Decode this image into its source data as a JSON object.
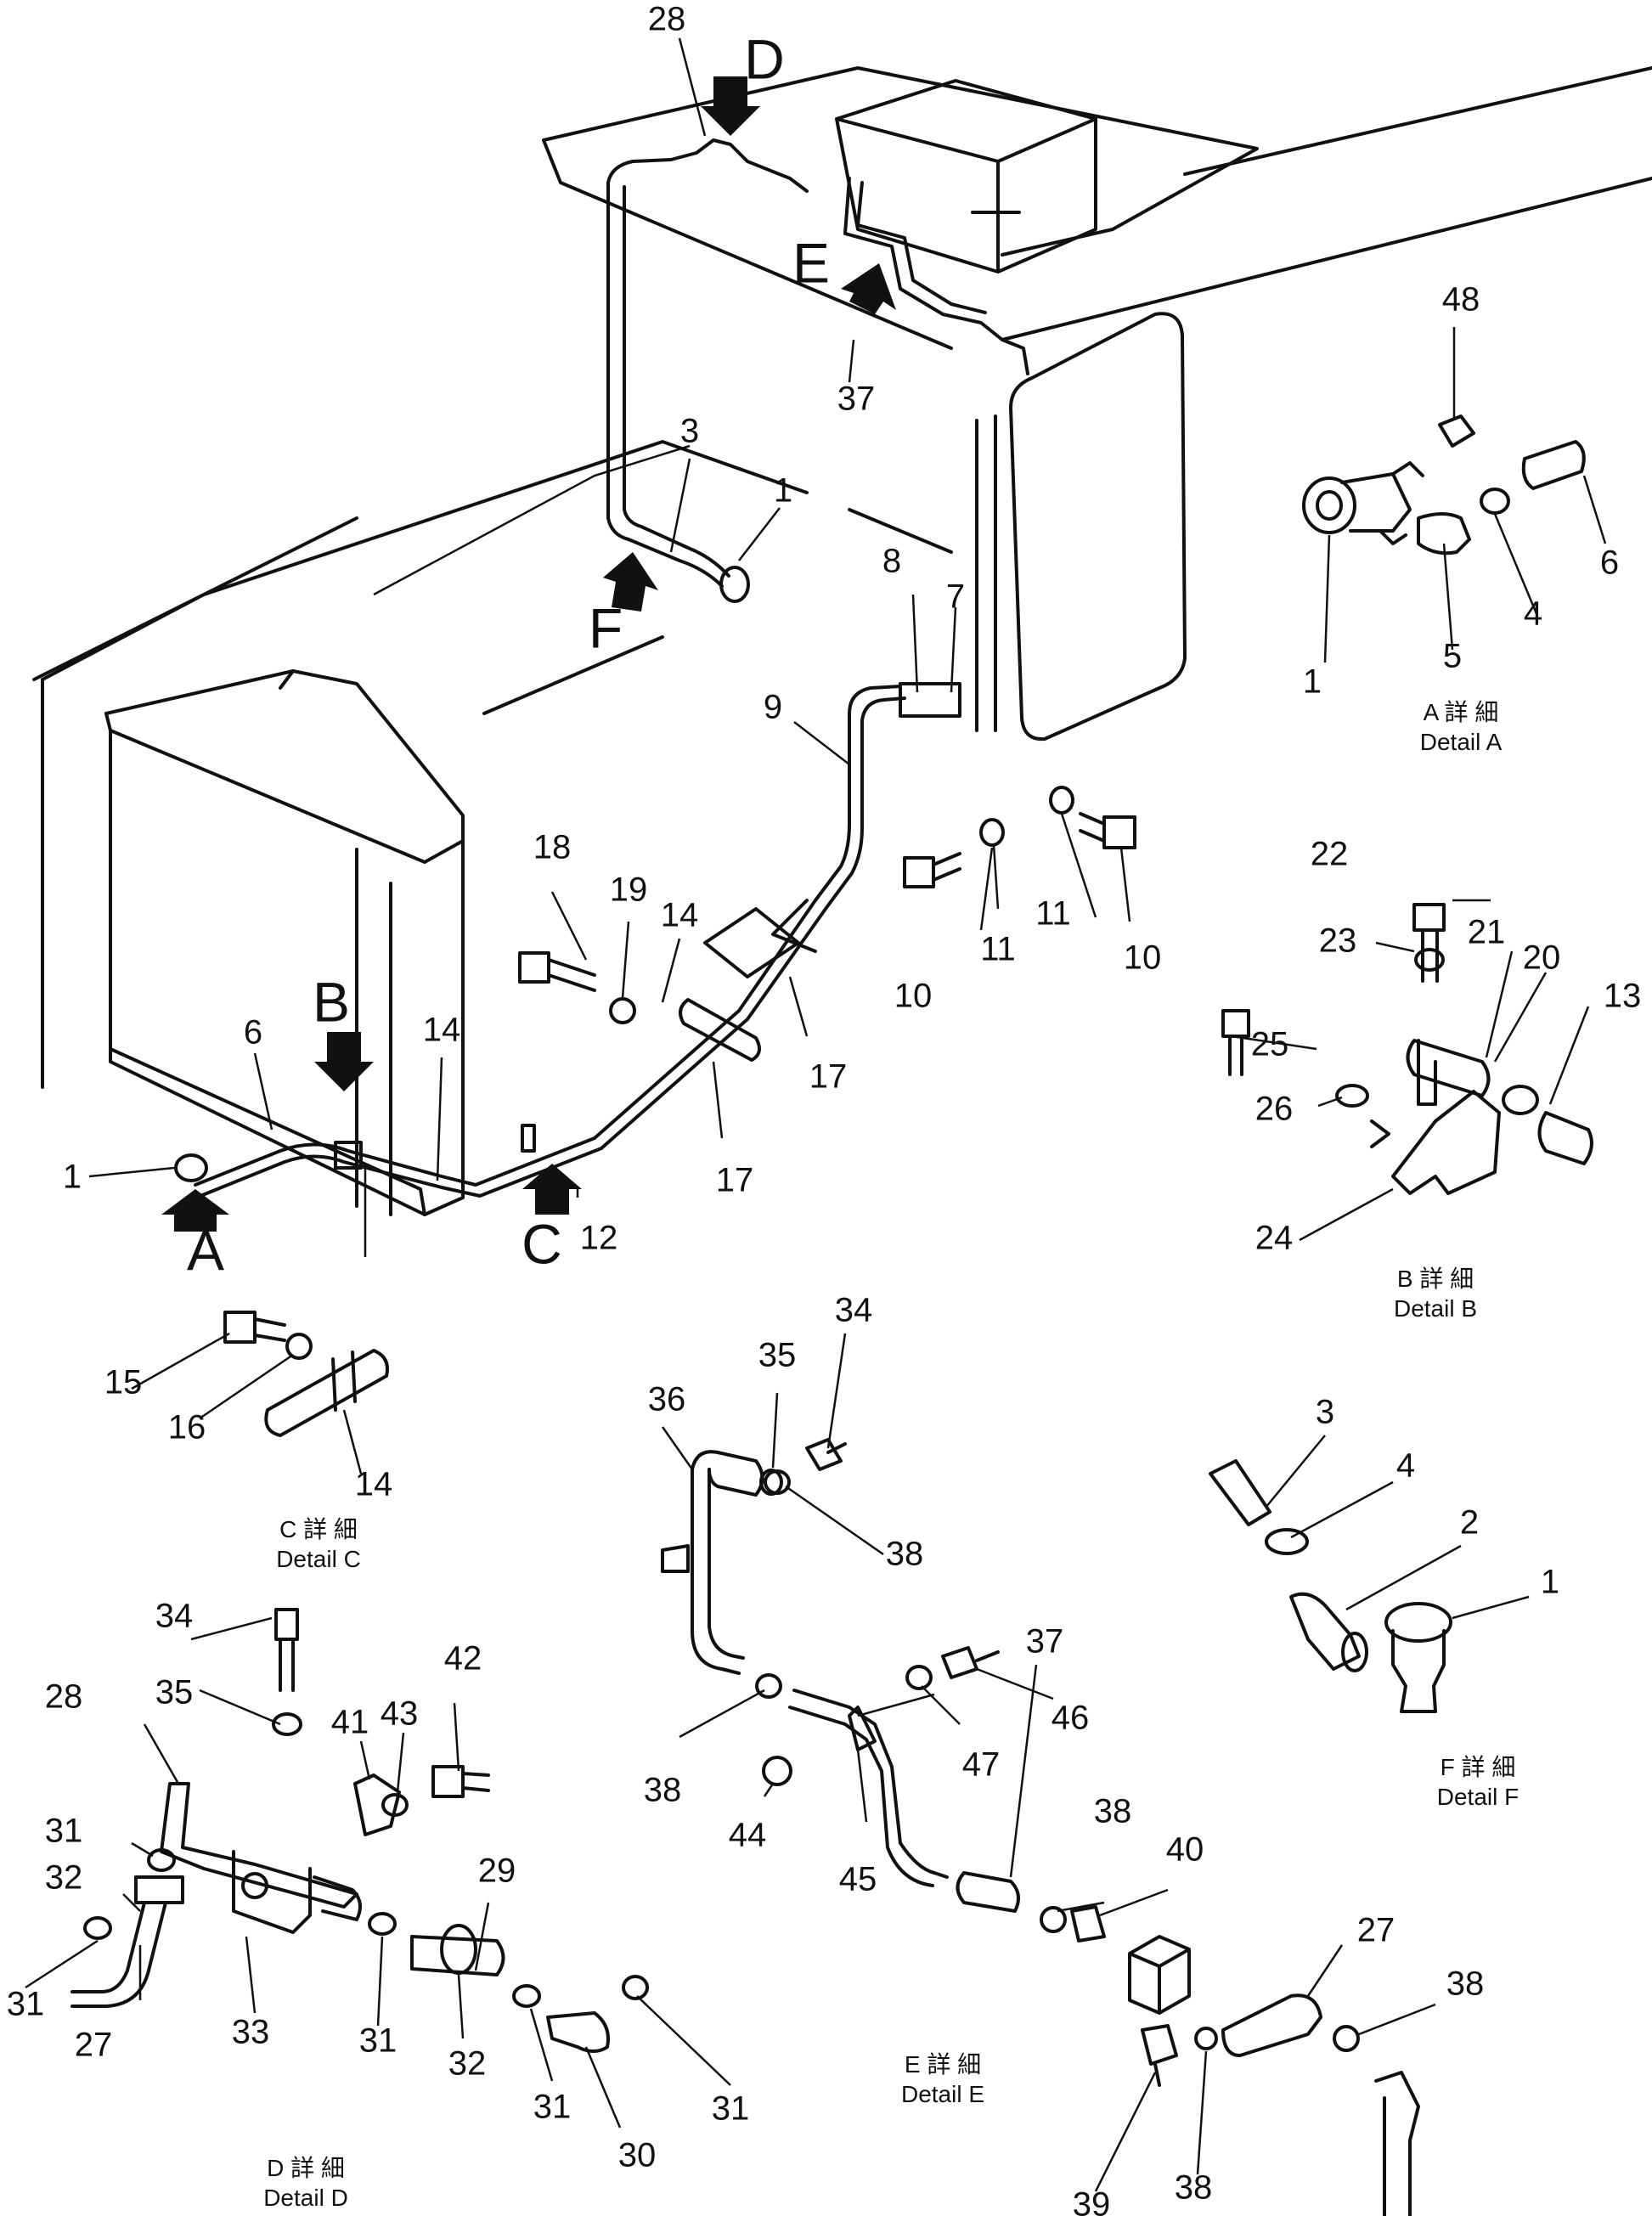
{
  "callouts": {
    "n1": "1",
    "n2": "2",
    "n3": "3",
    "n4": "4",
    "n5": "5",
    "n6": "6",
    "n7": "7",
    "n8": "8",
    "n9": "9",
    "n10": "10",
    "n11": "11",
    "n12": "12",
    "n13": "13",
    "n14": "14",
    "n15": "15",
    "n16": "16",
    "n17": "17",
    "n18": "18",
    "n19": "19",
    "n20": "20",
    "n21": "21",
    "n22": "22",
    "n23": "23",
    "n24": "24",
    "n25": "25",
    "n26": "26",
    "n27": "27",
    "n28": "28",
    "n29": "29",
    "n30": "30",
    "n31": "31",
    "n32": "32",
    "n33": "33",
    "n34": "34",
    "n35": "35",
    "n36": "36",
    "n37": "37",
    "n38": "38",
    "n39": "39",
    "n40": "40",
    "n41": "41",
    "n42": "42",
    "n43": "43",
    "n44": "44",
    "n45": "45",
    "n46": "46",
    "n47": "47",
    "n48": "48"
  },
  "view_letters": {
    "A": "A",
    "B": "B",
    "C": "C",
    "D": "D",
    "E": "E",
    "F": "F"
  },
  "detail_captions": {
    "A": {
      "jp": "A 詳 細",
      "en": "Detail A"
    },
    "B": {
      "jp": "B 詳 細",
      "en": "Detail B"
    },
    "C": {
      "jp": "C 詳 細",
      "en": "Detail C"
    },
    "D": {
      "jp": "D 詳 細",
      "en": "Detail D"
    },
    "E": {
      "jp": "E 詳 細",
      "en": "Detail E"
    },
    "F": {
      "jp": "F 詳 細",
      "en": "Detail F"
    }
  }
}
